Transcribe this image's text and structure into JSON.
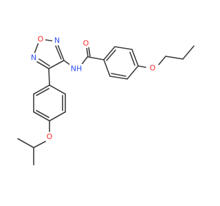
{
  "molecule": {
    "atom_labels": {
      "carbonyl_oxygen": "O",
      "amide_nitrogen": "NH",
      "ring_oxygen": "O",
      "ring_n_top": "N",
      "ring_n_left": "N",
      "propoxy_oxygen": "O",
      "isopropoxy_oxygen": "O"
    },
    "colors": {
      "bond": "#3a3a3a",
      "oxygen": "#ff2a2a",
      "nitrogen": "#3050f8",
      "background": "#ffffff"
    }
  }
}
